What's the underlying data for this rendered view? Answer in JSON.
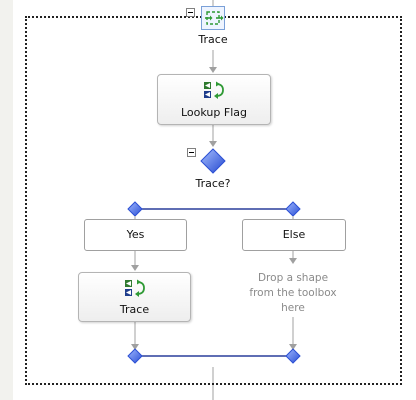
{
  "workflow": {
    "top_trace_label": "Trace",
    "lookup_flag_label": "Lookup Flag",
    "condition_label": "Trace?",
    "branches": {
      "yes_label": "Yes",
      "else_label": "Else"
    },
    "inner_trace_label": "Trace",
    "drop_hint": "Drop a shape\nfrom the toolbox\nhere"
  },
  "colors": {
    "connector": "#a0a0a0",
    "branch_line": "#2a3f9b",
    "diamond": "#3d66e0"
  },
  "icons": {
    "trace_top": "trace-activity-icon",
    "lookup": "lookup-flag-icon",
    "trace_inner": "trace-activity-icon",
    "collapse": "collapse-minus-icon",
    "decision": "decision-diamond-icon"
  }
}
